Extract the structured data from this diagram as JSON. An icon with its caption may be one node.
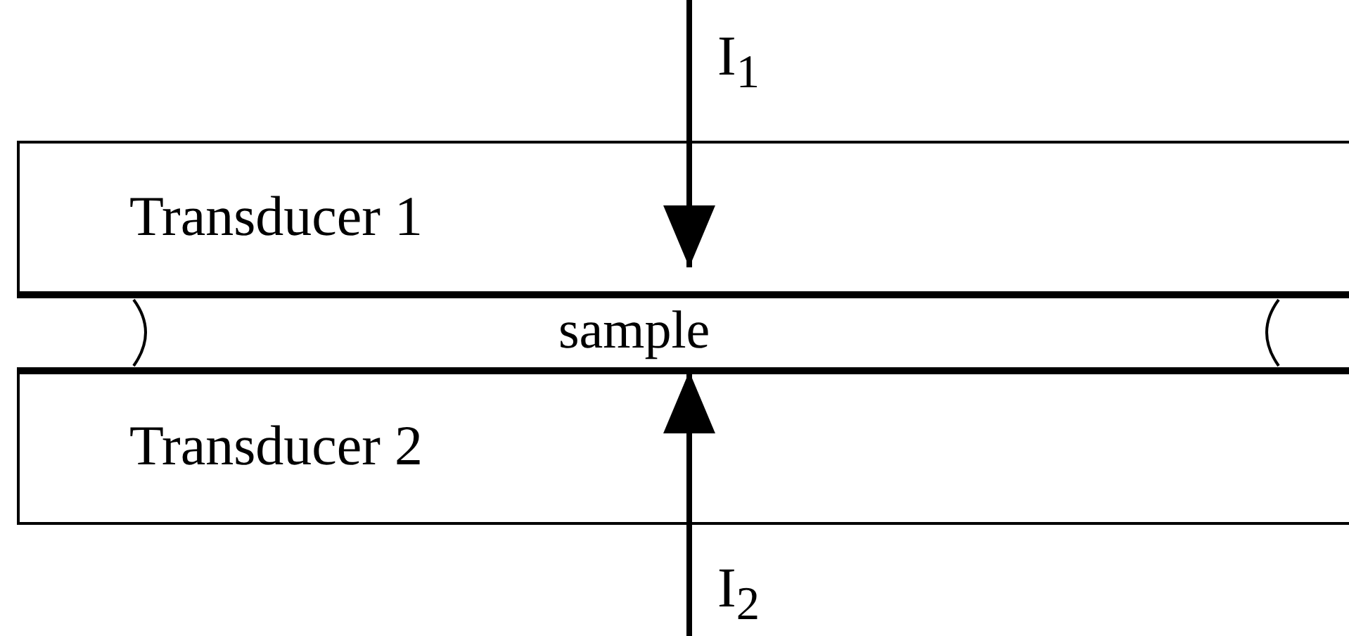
{
  "diagram": {
    "nodes": [
      {
        "text": [
          "Transducer 1"
        ]
      },
      {
        "text": [
          "sample"
        ]
      },
      {
        "text": [
          "Transducer 2"
        ]
      }
    ],
    "edges": [
      {
        "from": null,
        "to": 1,
        "arrow": "to",
        "label": "I$_{1}$"
      },
      {
        "from": null,
        "to": 1,
        "arrow": "to",
        "label": "I$_{2}$"
      }
    ]
  }
}
